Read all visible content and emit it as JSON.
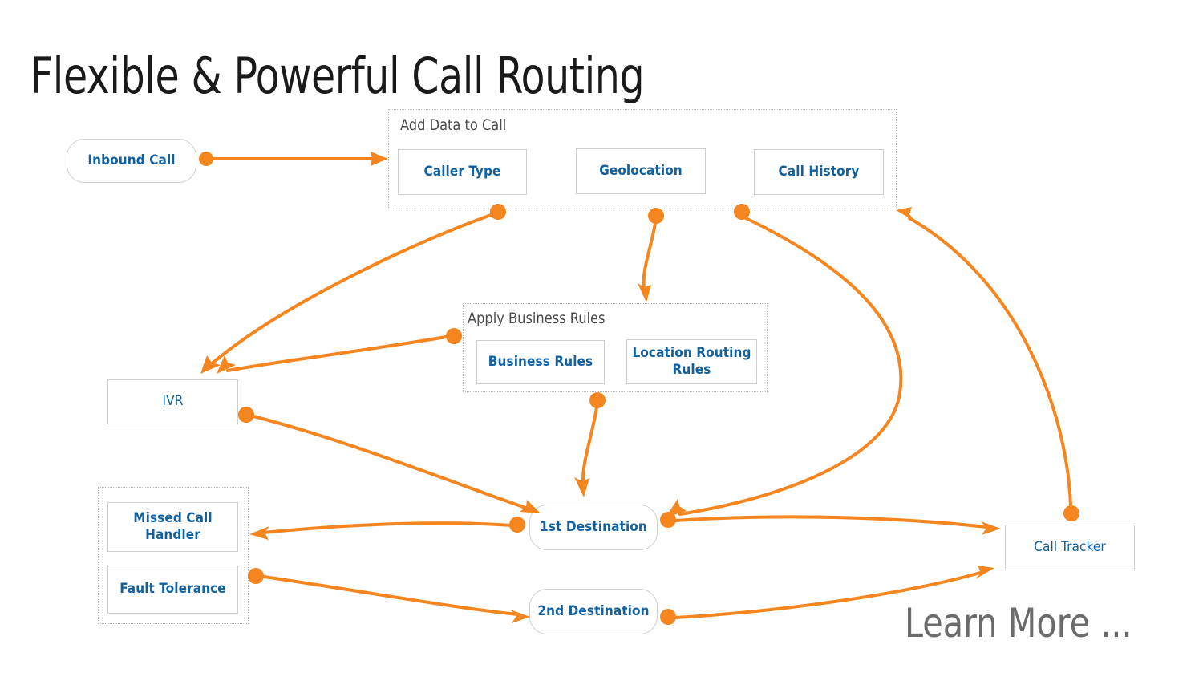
{
  "page": {
    "title": "Flexible & Powerful Call Routing",
    "footer_note": "Learn More ...",
    "colors": {
      "accent_orange": "#F5851F",
      "node_text_blue": "#12609F",
      "node_border": "#CFCFCF",
      "group_border": "#B9B9B9",
      "title_text": "#1A1A1A",
      "footer_text": "#6B6B6B"
    }
  },
  "nodes": {
    "inbound_call": "Inbound Call",
    "ivr": "IVR",
    "first_destination": "1st Destination",
    "second_destination": "2nd Destination",
    "call_tracker": "Call Tracker"
  },
  "groups": [
    {
      "id": "add-data-to-call",
      "title": "Add Data to Call",
      "items": [
        "Caller Type",
        "Geolocation",
        "Call History"
      ]
    },
    {
      "id": "apply-business-rules",
      "title": "Apply Business Rules",
      "items": [
        "Business Rules",
        "Location Routing\nRules"
      ]
    },
    {
      "id": "failure-handling",
      "title": "",
      "items": [
        "Missed Call\nHandler",
        "Fault Tolerance"
      ]
    }
  ],
  "group_items": {
    "caller_type": "Caller Type",
    "geolocation": "Geolocation",
    "call_history": "Call History",
    "business_rules": "Business Rules",
    "location_routing_rules_line1": "Location Routing",
    "location_routing_rules_line2": "Rules",
    "missed_call_handler_line1": "Missed Call",
    "missed_call_handler_line2": "Handler",
    "fault_tolerance": "Fault Tolerance"
  },
  "connections": [
    {
      "from": "Inbound Call",
      "to": "Caller Type"
    },
    {
      "from": "Caller Type",
      "to": "IVR"
    },
    {
      "from": "Apply Business Rules",
      "to": "IVR"
    },
    {
      "from": "Geolocation",
      "to": "Apply Business Rules"
    },
    {
      "from": "Call History",
      "to": "1st Destination"
    },
    {
      "from": "Business Rules",
      "to": "1st Destination"
    },
    {
      "from": "IVR",
      "to": "1st Destination"
    },
    {
      "from": "1st Destination",
      "to": "Missed Call Handler"
    },
    {
      "from": "Fault Tolerance",
      "to": "2nd Destination"
    },
    {
      "from": "1st Destination",
      "to": "Call Tracker"
    },
    {
      "from": "2nd Destination",
      "to": "Call Tracker"
    },
    {
      "from": "Call Tracker",
      "to": "Call History"
    }
  ]
}
